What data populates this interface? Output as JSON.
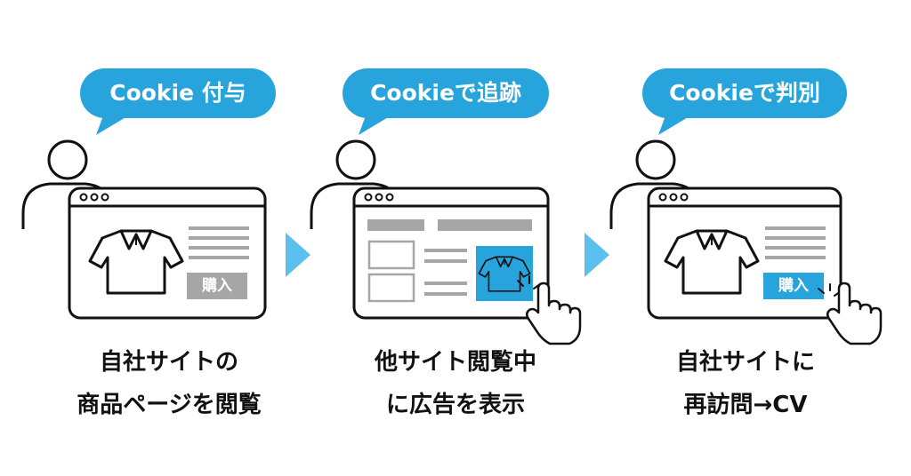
{
  "colors": {
    "accent": "#26a4db",
    "arrow": "#5bc0eb",
    "gray_block": "#a6a6a6",
    "line": "#111111"
  },
  "steps": [
    {
      "bubble": "Cookie 付与",
      "caption_line1": "自社サイトの",
      "caption_line2": "商品ページを閲覧",
      "buy_label": "購入"
    },
    {
      "bubble": "Cookieで追跡",
      "caption_line1": "他サイト閲覧中",
      "caption_line2": "に広告を表示"
    },
    {
      "bubble": "Cookieで判別",
      "caption_line1": "自社サイトに",
      "caption_line2": "再訪問→CV",
      "buy_label": "購入"
    }
  ],
  "icons": {
    "user": "user-icon",
    "browser": "browser-window-icon",
    "shirt": "tshirt-icon",
    "hand": "pointing-hand-icon",
    "arrow": "arrow-right-icon"
  }
}
